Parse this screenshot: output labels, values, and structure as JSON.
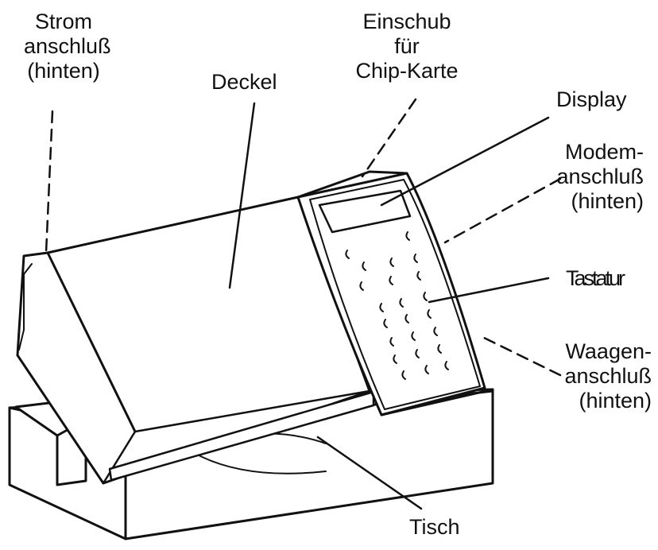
{
  "labels": {
    "strom": [
      "Strom",
      "anschluß",
      "(hinten)"
    ],
    "einschub": [
      "Einschub",
      "für",
      "Chip-Karte"
    ],
    "deckel": "Deckel",
    "display": "Display",
    "modem": [
      "Modem-",
      "anschluß",
      "(hinten)"
    ],
    "tastatur": "Tastatur",
    "waagen": [
      "Waagen-",
      "anschluß",
      "(hinten)"
    ],
    "tisch": "Tisch"
  },
  "colors": {
    "ink": "#111111",
    "background": "#ffffff"
  }
}
